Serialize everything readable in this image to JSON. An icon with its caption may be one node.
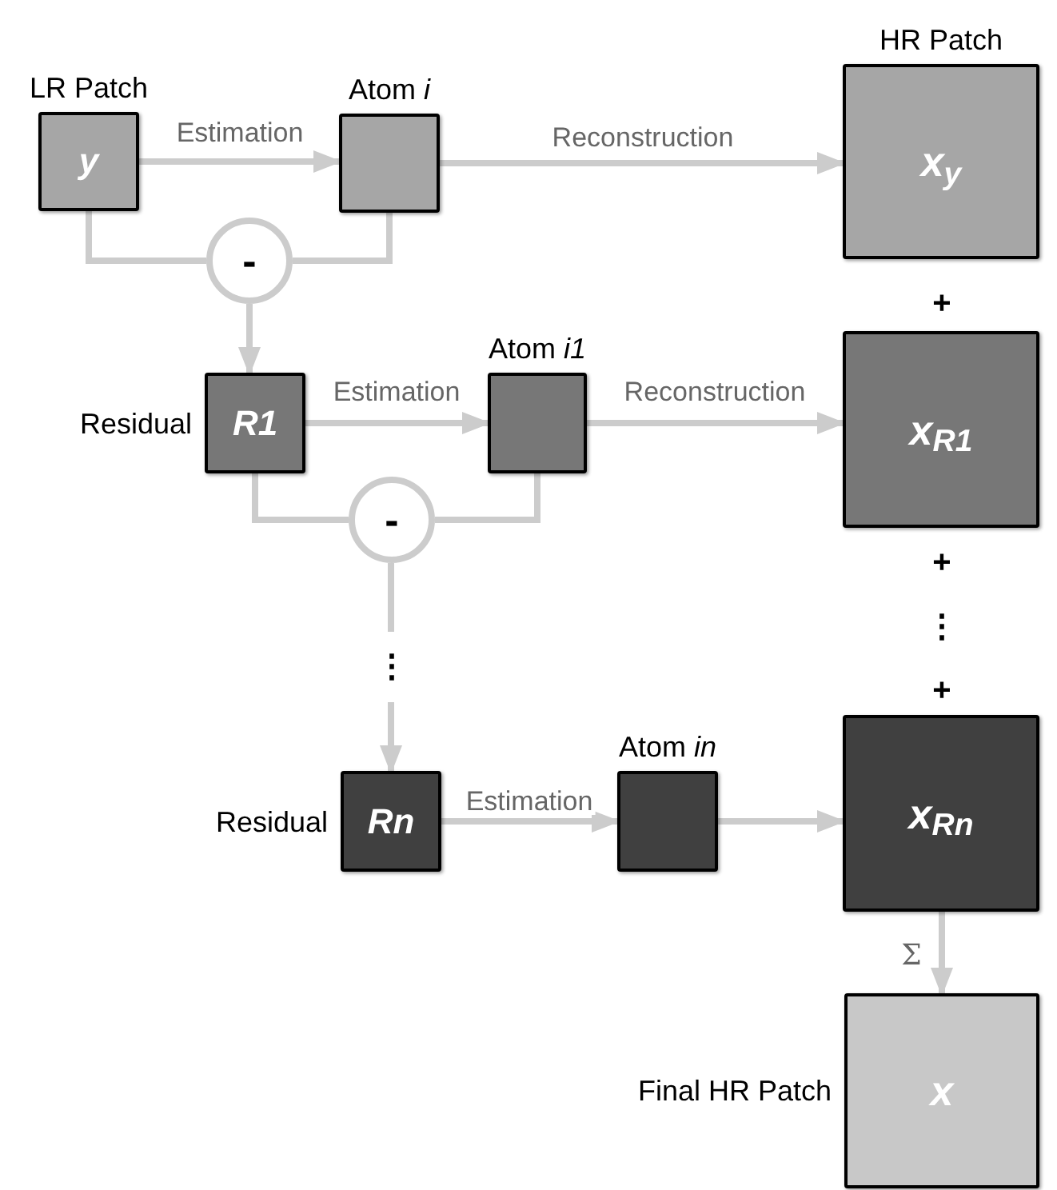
{
  "diagram": {
    "nodes": [
      {
        "text": [
          "LR Patch",
          "y"
        ]
      },
      {
        "text": [
          "Atom *i*"
        ]
      },
      {
        "text": [
          "HR Patch",
          "x$_{y}$"
        ]
      },
      {
        "text": [
          "-"
        ]
      },
      {
        "text": [
          "Residual",
          "R1"
        ]
      },
      {
        "text": [
          "Atom *i1*"
        ]
      },
      {
        "text": [
          "x$_{R1}$"
        ]
      },
      {
        "text": [
          "-"
        ]
      },
      {
        "text": [
          "Residual",
          "Rn"
        ]
      },
      {
        "text": [
          "Atom *in*"
        ]
      },
      {
        "text": [
          "x$_{Rn}$"
        ]
      },
      {
        "text": [
          "Final HR Patch",
          "x"
        ]
      }
    ],
    "edges": [
      {
        "from": 0,
        "to": 1,
        "arrow": "to",
        "label": "Estimation"
      },
      {
        "from": 1,
        "to": 2,
        "arrow": "to",
        "label": "Reconstruction"
      },
      {
        "from": 0,
        "to": 3,
        "arrow": "none"
      },
      {
        "from": 1,
        "to": 3,
        "arrow": "none"
      },
      {
        "from": 3,
        "to": 4,
        "arrow": "to"
      },
      {
        "from": 4,
        "to": 5,
        "arrow": "to",
        "label": "Estimation"
      },
      {
        "from": 5,
        "to": 6,
        "arrow": "to",
        "label": "Reconstruction"
      },
      {
        "from": 4,
        "to": 7,
        "arrow": "none"
      },
      {
        "from": 5,
        "to": 7,
        "arrow": "none"
      },
      {
        "from": 7,
        "to": 8,
        "arrow": "to"
      },
      {
        "from": 8,
        "to": 9,
        "arrow": "to",
        "label": "Estimation"
      },
      {
        "from": 9,
        "to": 10,
        "arrow": "to"
      },
      {
        "from": 10,
        "to": 11,
        "arrow": "to",
        "label": "Σ"
      }
    ],
    "labels": [
      "+",
      "+",
      "⋮",
      "⋮",
      "+"
    ]
  }
}
